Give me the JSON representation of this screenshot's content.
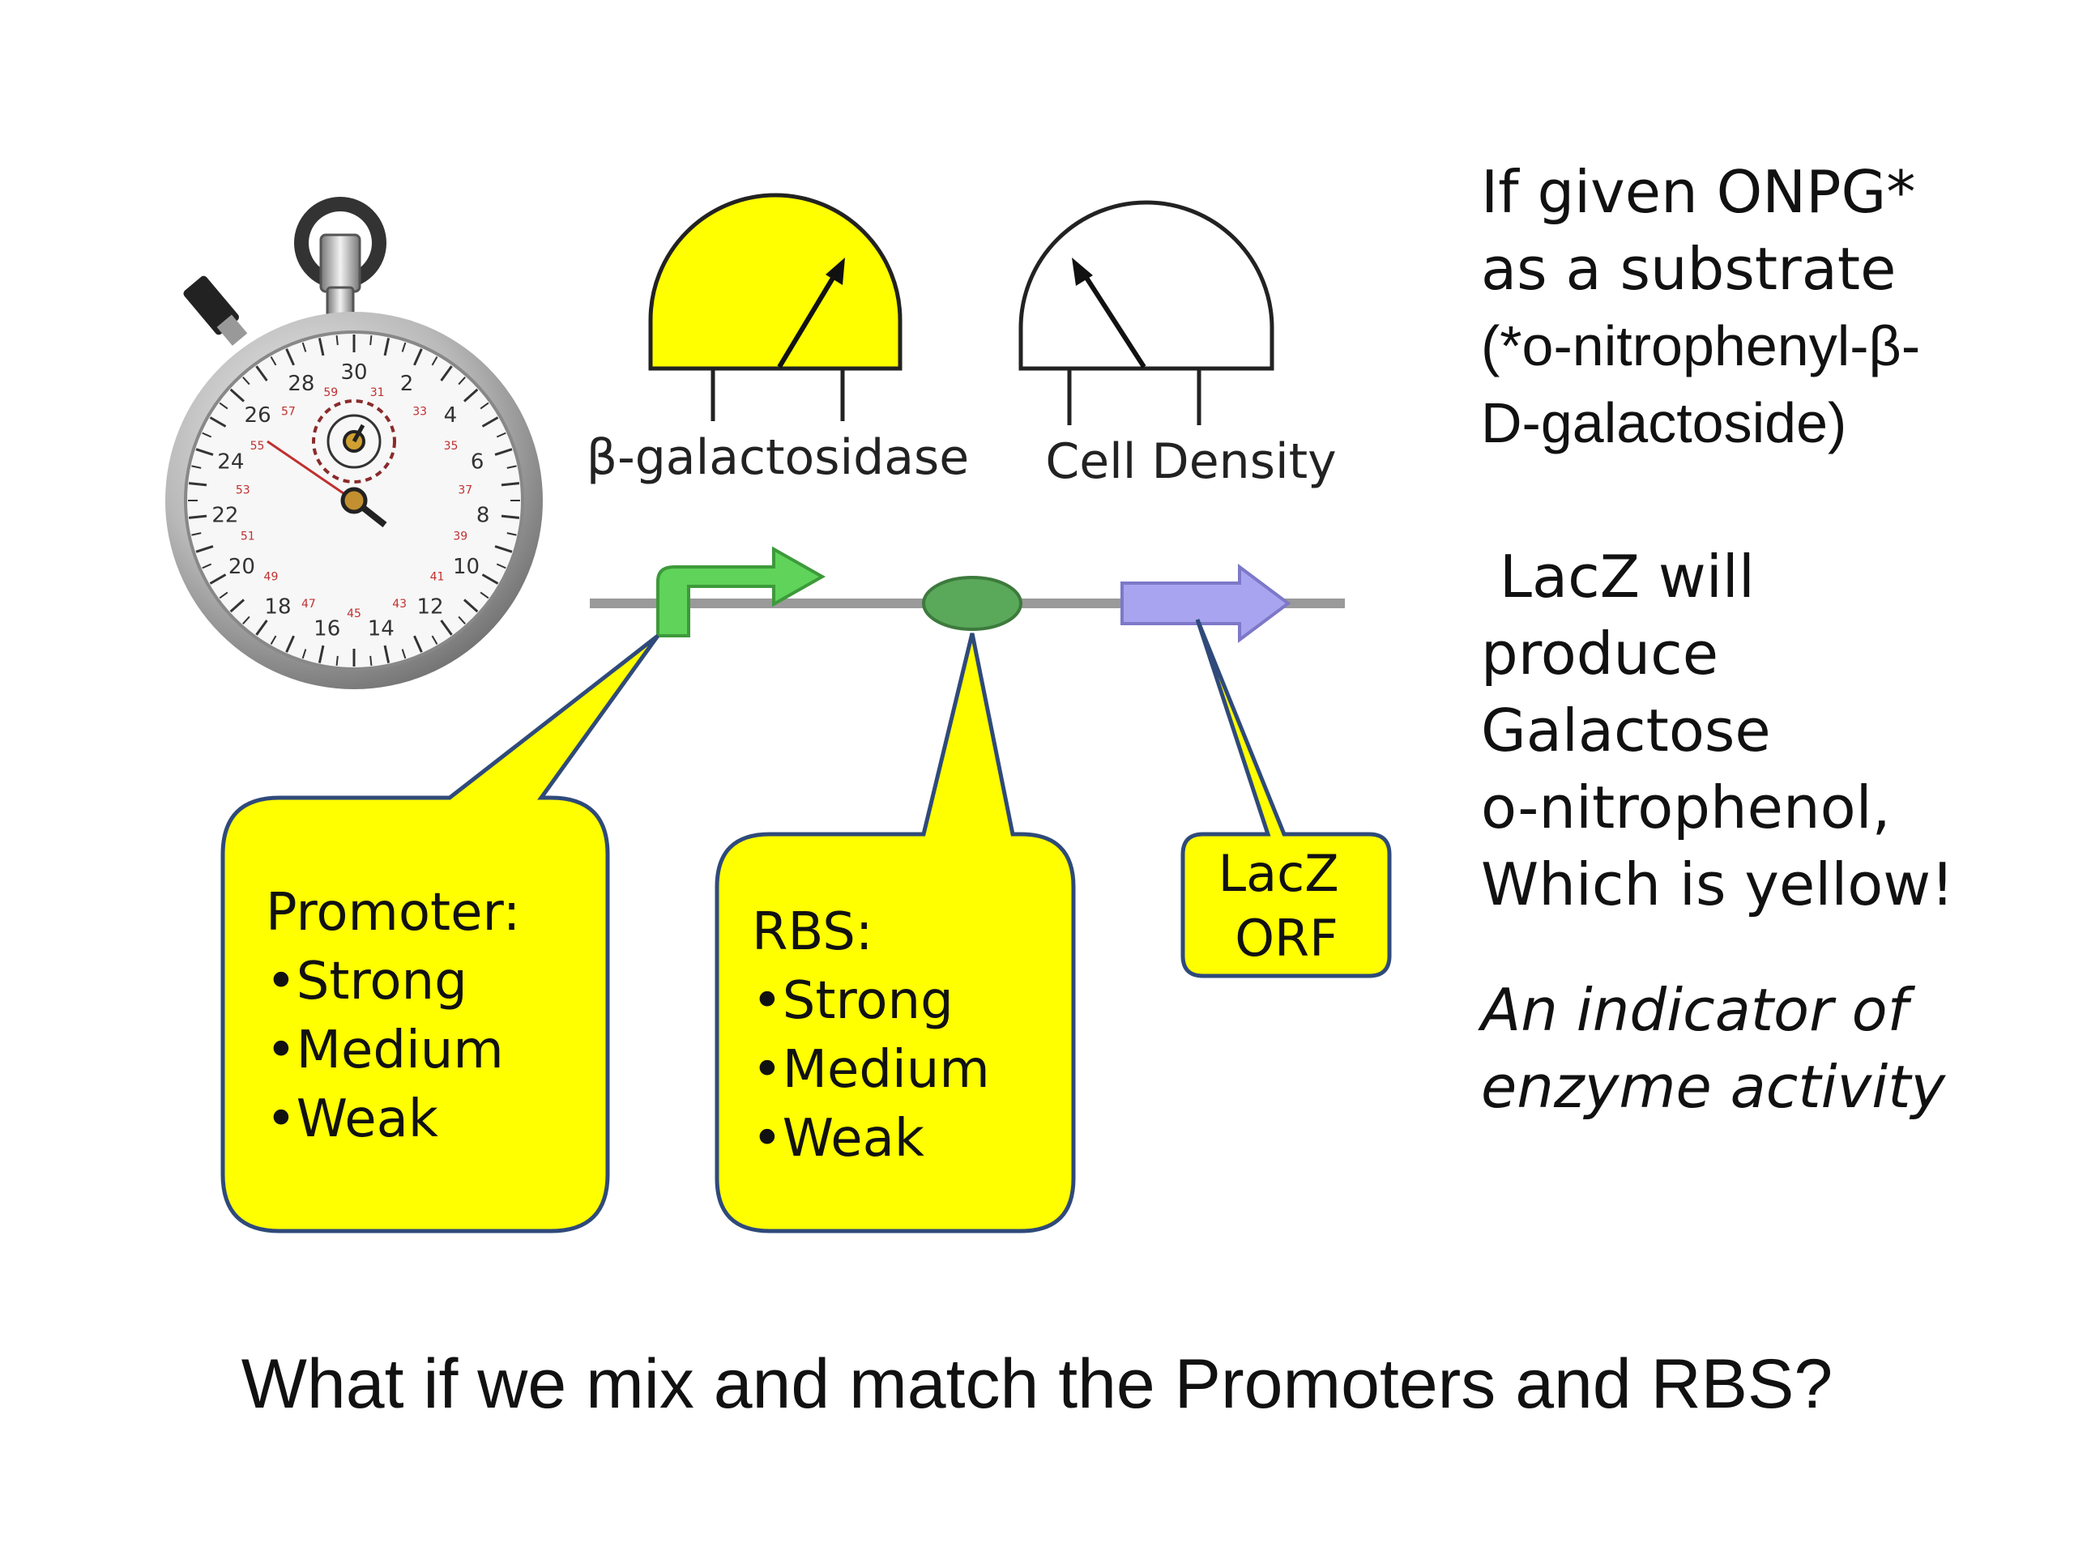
{
  "meters": {
    "enzyme_label": "β-galactosidase",
    "density_label": "Cell Density",
    "enzyme_color": "#ffff00",
    "density_color": "#ffffff"
  },
  "callouts": {
    "promoter": {
      "title": "Promoter:",
      "items": [
        "•Strong",
        "•Medium",
        "•Weak"
      ]
    },
    "rbs": {
      "title": "RBS:",
      "items": [
        "•Strong",
        "•Medium",
        "•Weak"
      ]
    },
    "lacz": {
      "line1": "LacZ",
      "line2": "ORF"
    },
    "fill_color": "#ffff00",
    "border_color": "#2f4a7a"
  },
  "parts": {
    "promoter_color": "#5fd35a",
    "rbs_color": "#5aa85a",
    "orf_color": "#a9a4f0",
    "backbone_color": "#9a9a9a"
  },
  "stopwatch": {
    "icon": "stopwatch-icon",
    "outer_numbers": [
      "30",
      "2",
      "4",
      "6",
      "8",
      "10",
      "12",
      "14",
      "16",
      "18",
      "20",
      "22",
      "24",
      "26",
      "28"
    ],
    "inner_numbers": [
      "31",
      "33",
      "35",
      "37",
      "39",
      "41",
      "43",
      "45",
      "47",
      "49",
      "51",
      "53",
      "55",
      "57",
      "59"
    ]
  },
  "notes": {
    "line1": "If given ONPG*",
    "line2": "as a substrate",
    "line3": "(*o-nitrophenyl-β-",
    "line4": "D-galactoside)",
    "line5": " LacZ will",
    "line6": "produce",
    "line7": "Galactose",
    "line8": "o-nitrophenol,",
    "line9": "Which is yellow!",
    "line10": "An indicator of",
    "line11": "enzyme activity"
  },
  "footer": "What if we mix and match the Promoters and RBS?"
}
